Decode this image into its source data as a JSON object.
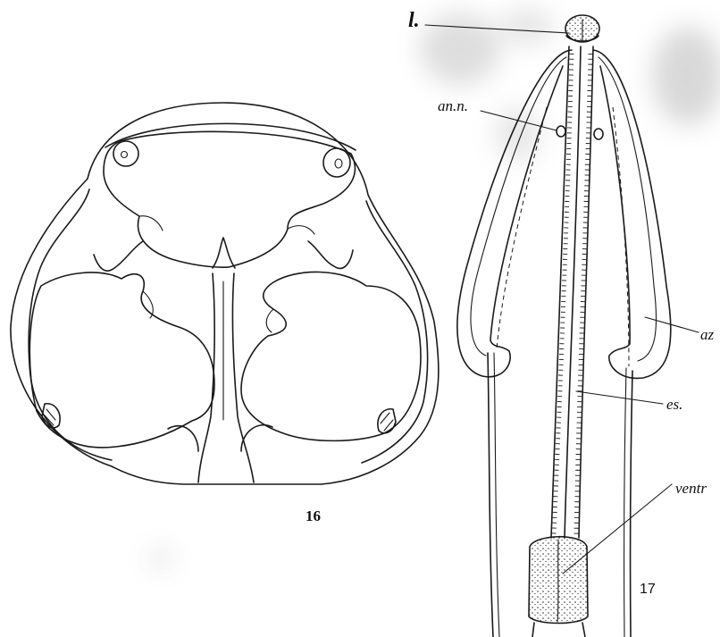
{
  "figure_16": {
    "number": "16"
  },
  "figure_17": {
    "number": "17",
    "labels": {
      "lip": "l.",
      "amphid_nerve": "an.n.",
      "amphid": "az",
      "esophagus": "es.",
      "ventricle": "ventr"
    }
  },
  "colors": {
    "ink": "#1a1a1a",
    "paper": "#ffffff",
    "smudge": "#bdbdbd"
  }
}
